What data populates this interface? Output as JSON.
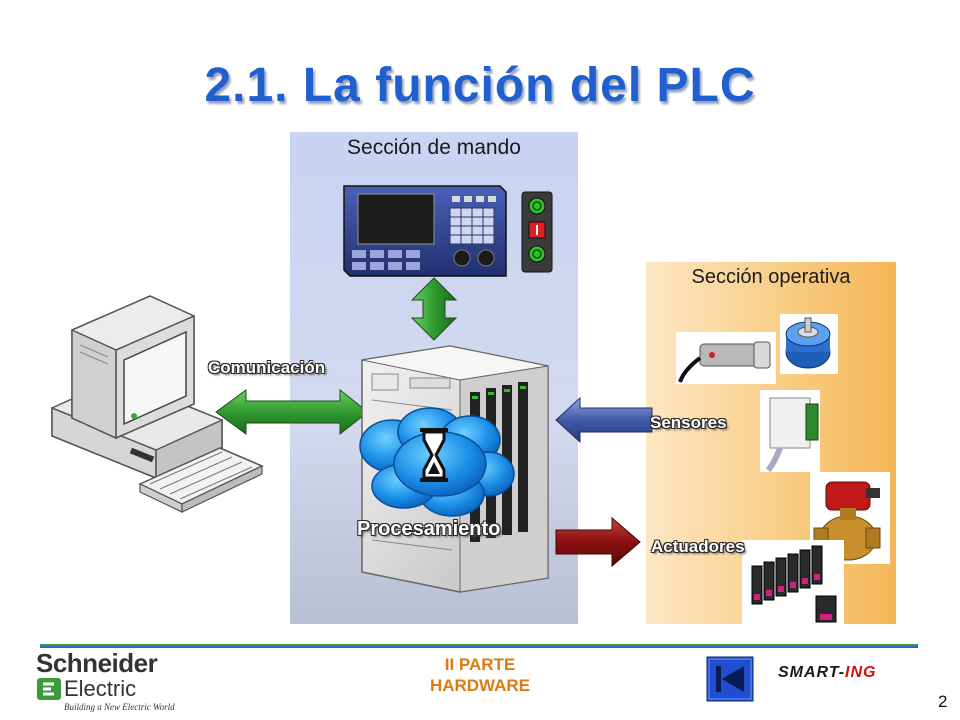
{
  "title": "2.1. La función del PLC",
  "sections": {
    "mando": "Sección de mando",
    "operativa": "Sección operativa"
  },
  "labels": {
    "comunicacion": "Comunicación",
    "procesamiento": "Procesamiento",
    "sensores": "Sensores",
    "actuadores": "Actuadores"
  },
  "footer": {
    "brand_line1": "Schneider",
    "brand_line2": "Electric",
    "brand_tagline": "Building a New Electric World",
    "center_line1": "II PARTE",
    "center_line2": "HARDWARE",
    "smart_prefix": "SMART-",
    "smart_suffix": "ING",
    "page_number": "2"
  },
  "colors": {
    "title": "#1f5fd0",
    "arrow_green": "#2e8b2e",
    "arrow_blue": "#3f5aa8",
    "arrow_red": "#8b1010",
    "footer_text": "#e07a10"
  },
  "icons": [
    "computer-icon",
    "hmi-panel-icon",
    "pushbutton-station-icon",
    "plc-icon",
    "hourglass-icon",
    "sensor-icon",
    "encoder-icon",
    "photo-sensor-icon",
    "valve-icon",
    "solenoid-valve-bank-icon"
  ]
}
